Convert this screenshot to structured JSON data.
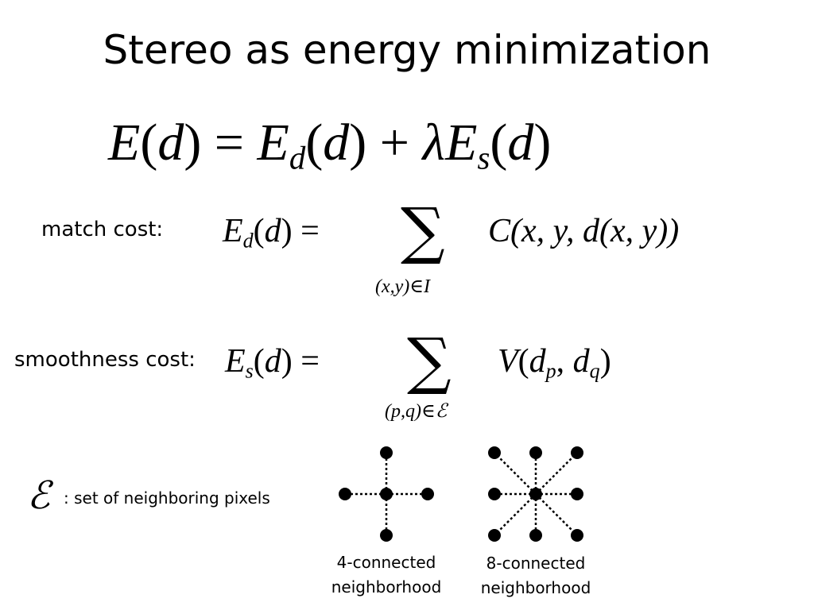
{
  "slide": {
    "title": "Stereo as energy minimization"
  },
  "main_equation": {
    "E": "E",
    "d": "d",
    "equals": "=",
    "Ed": "E",
    "Ed_sub": "d",
    "plus": "+",
    "lambda": "λ",
    "Es": "E",
    "Es_sub": "s"
  },
  "match_cost": {
    "label": "match cost:",
    "lhs_E": "E",
    "lhs_sub": "d",
    "lhs_arg": "d",
    "equals": "=",
    "sum_symbol": "∑",
    "sum_index": "(x,y)∈I",
    "rhs": "C(x, y, d(x, y))"
  },
  "smoothness_cost": {
    "label": "smoothness cost:",
    "lhs_E": "E",
    "lhs_sub": "s",
    "lhs_arg": "d",
    "equals": "=",
    "sum_symbol": "∑",
    "sum_index": "(p,q)∈ℰ",
    "rhs_V": "V",
    "rhs_d1": "d",
    "rhs_p": "p",
    "rhs_d2": "d",
    "rhs_q": "q"
  },
  "neighbors": {
    "symbol": "ℰ",
    "description": ": set of neighboring pixels",
    "four_connected_line1": "4-connected",
    "four_connected_line2": "neighborhood",
    "eight_connected_line1": "8-connected",
    "eight_connected_line2": "neighborhood"
  },
  "colors": {
    "text": "#000000",
    "background": "#ffffff"
  }
}
